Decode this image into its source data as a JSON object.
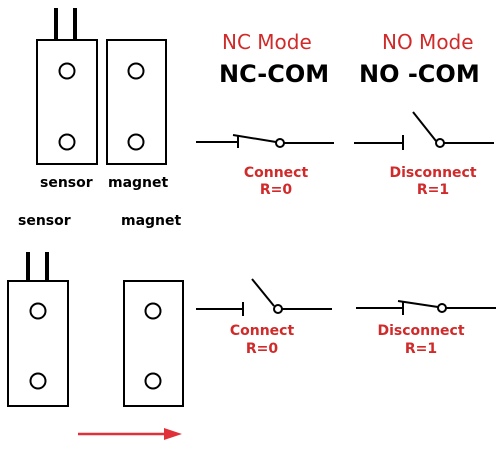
{
  "modes": {
    "nc_title": "NC Mode",
    "no_title": "NO Mode",
    "nc_sub": "NC-COM",
    "no_sub": "NO -COM"
  },
  "labels": {
    "sensor_top": "sensor",
    "magnet_top": "magnet",
    "sensor_bottom": "sensor",
    "magnet_bottom": "magnet"
  },
  "states": {
    "top_nc_line1": "Connect",
    "top_nc_line2": "R=0",
    "top_no_line1": "Disconnect",
    "top_no_line2": "R=1",
    "bottom_nc_line1": "Connect",
    "bottom_nc_line2": "R=0",
    "bottom_no_line1": "Disconnect",
    "bottom_no_line2": "R=1"
  },
  "colors": {
    "accent_red": "#d02a2a",
    "ink": "#000000"
  }
}
